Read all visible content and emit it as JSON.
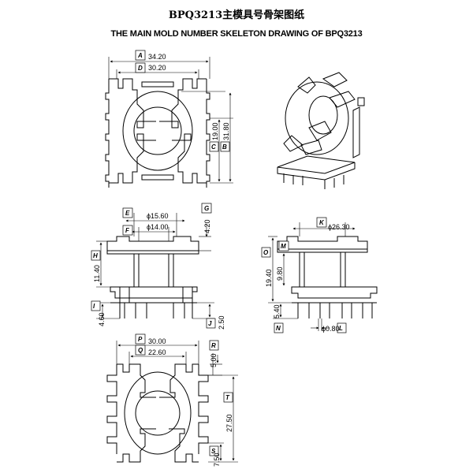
{
  "header": {
    "title_cn": "BPQ3213主模具号骨架图纸",
    "title_en": "THE MAIN MOLD NUMBER SKELETON DRAWING OF BPQ3213"
  },
  "top_view": {
    "dim_A": {
      "label": "A",
      "value": "34.20"
    },
    "dim_D": {
      "label": "D",
      "value": "30.20"
    },
    "dim_C": {
      "label": "C",
      "value": "19.00"
    },
    "dim_B": {
      "label": "B",
      "value": "31.80"
    }
  },
  "front_view": {
    "dim_E": {
      "label": "E",
      "value": "ϕ15.60"
    },
    "dim_F": {
      "label": "F",
      "value": "ϕ14.00"
    },
    "dim_G": {
      "label": "G",
      "value": "4.20"
    },
    "dim_H": {
      "label": "H",
      "value": "11.40"
    },
    "dim_I": {
      "label": "I",
      "value": "4.60"
    },
    "dim_J": {
      "label": "J",
      "value": "2.50"
    }
  },
  "side_view": {
    "dim_K": {
      "label": "K",
      "value": "ϕ26.30"
    },
    "dim_O": {
      "label": "O",
      "value": "19.40"
    },
    "dim_M": {
      "label": "M",
      "value": "9.80"
    },
    "dim_N": {
      "label": "N",
      "value": "5.40"
    },
    "dim_L": {
      "label": "L",
      "value": "ϕ0.80"
    }
  },
  "bottom_view": {
    "dim_P": {
      "label": "P",
      "value": "30.00"
    },
    "dim_Q": {
      "label": "Q",
      "value": "22.60"
    },
    "dim_R": {
      "label": "R",
      "value": "5.00"
    },
    "dim_T": {
      "label": "T",
      "value": "27.50"
    },
    "dim_S": {
      "label": "S",
      "value": "7.50"
    }
  }
}
